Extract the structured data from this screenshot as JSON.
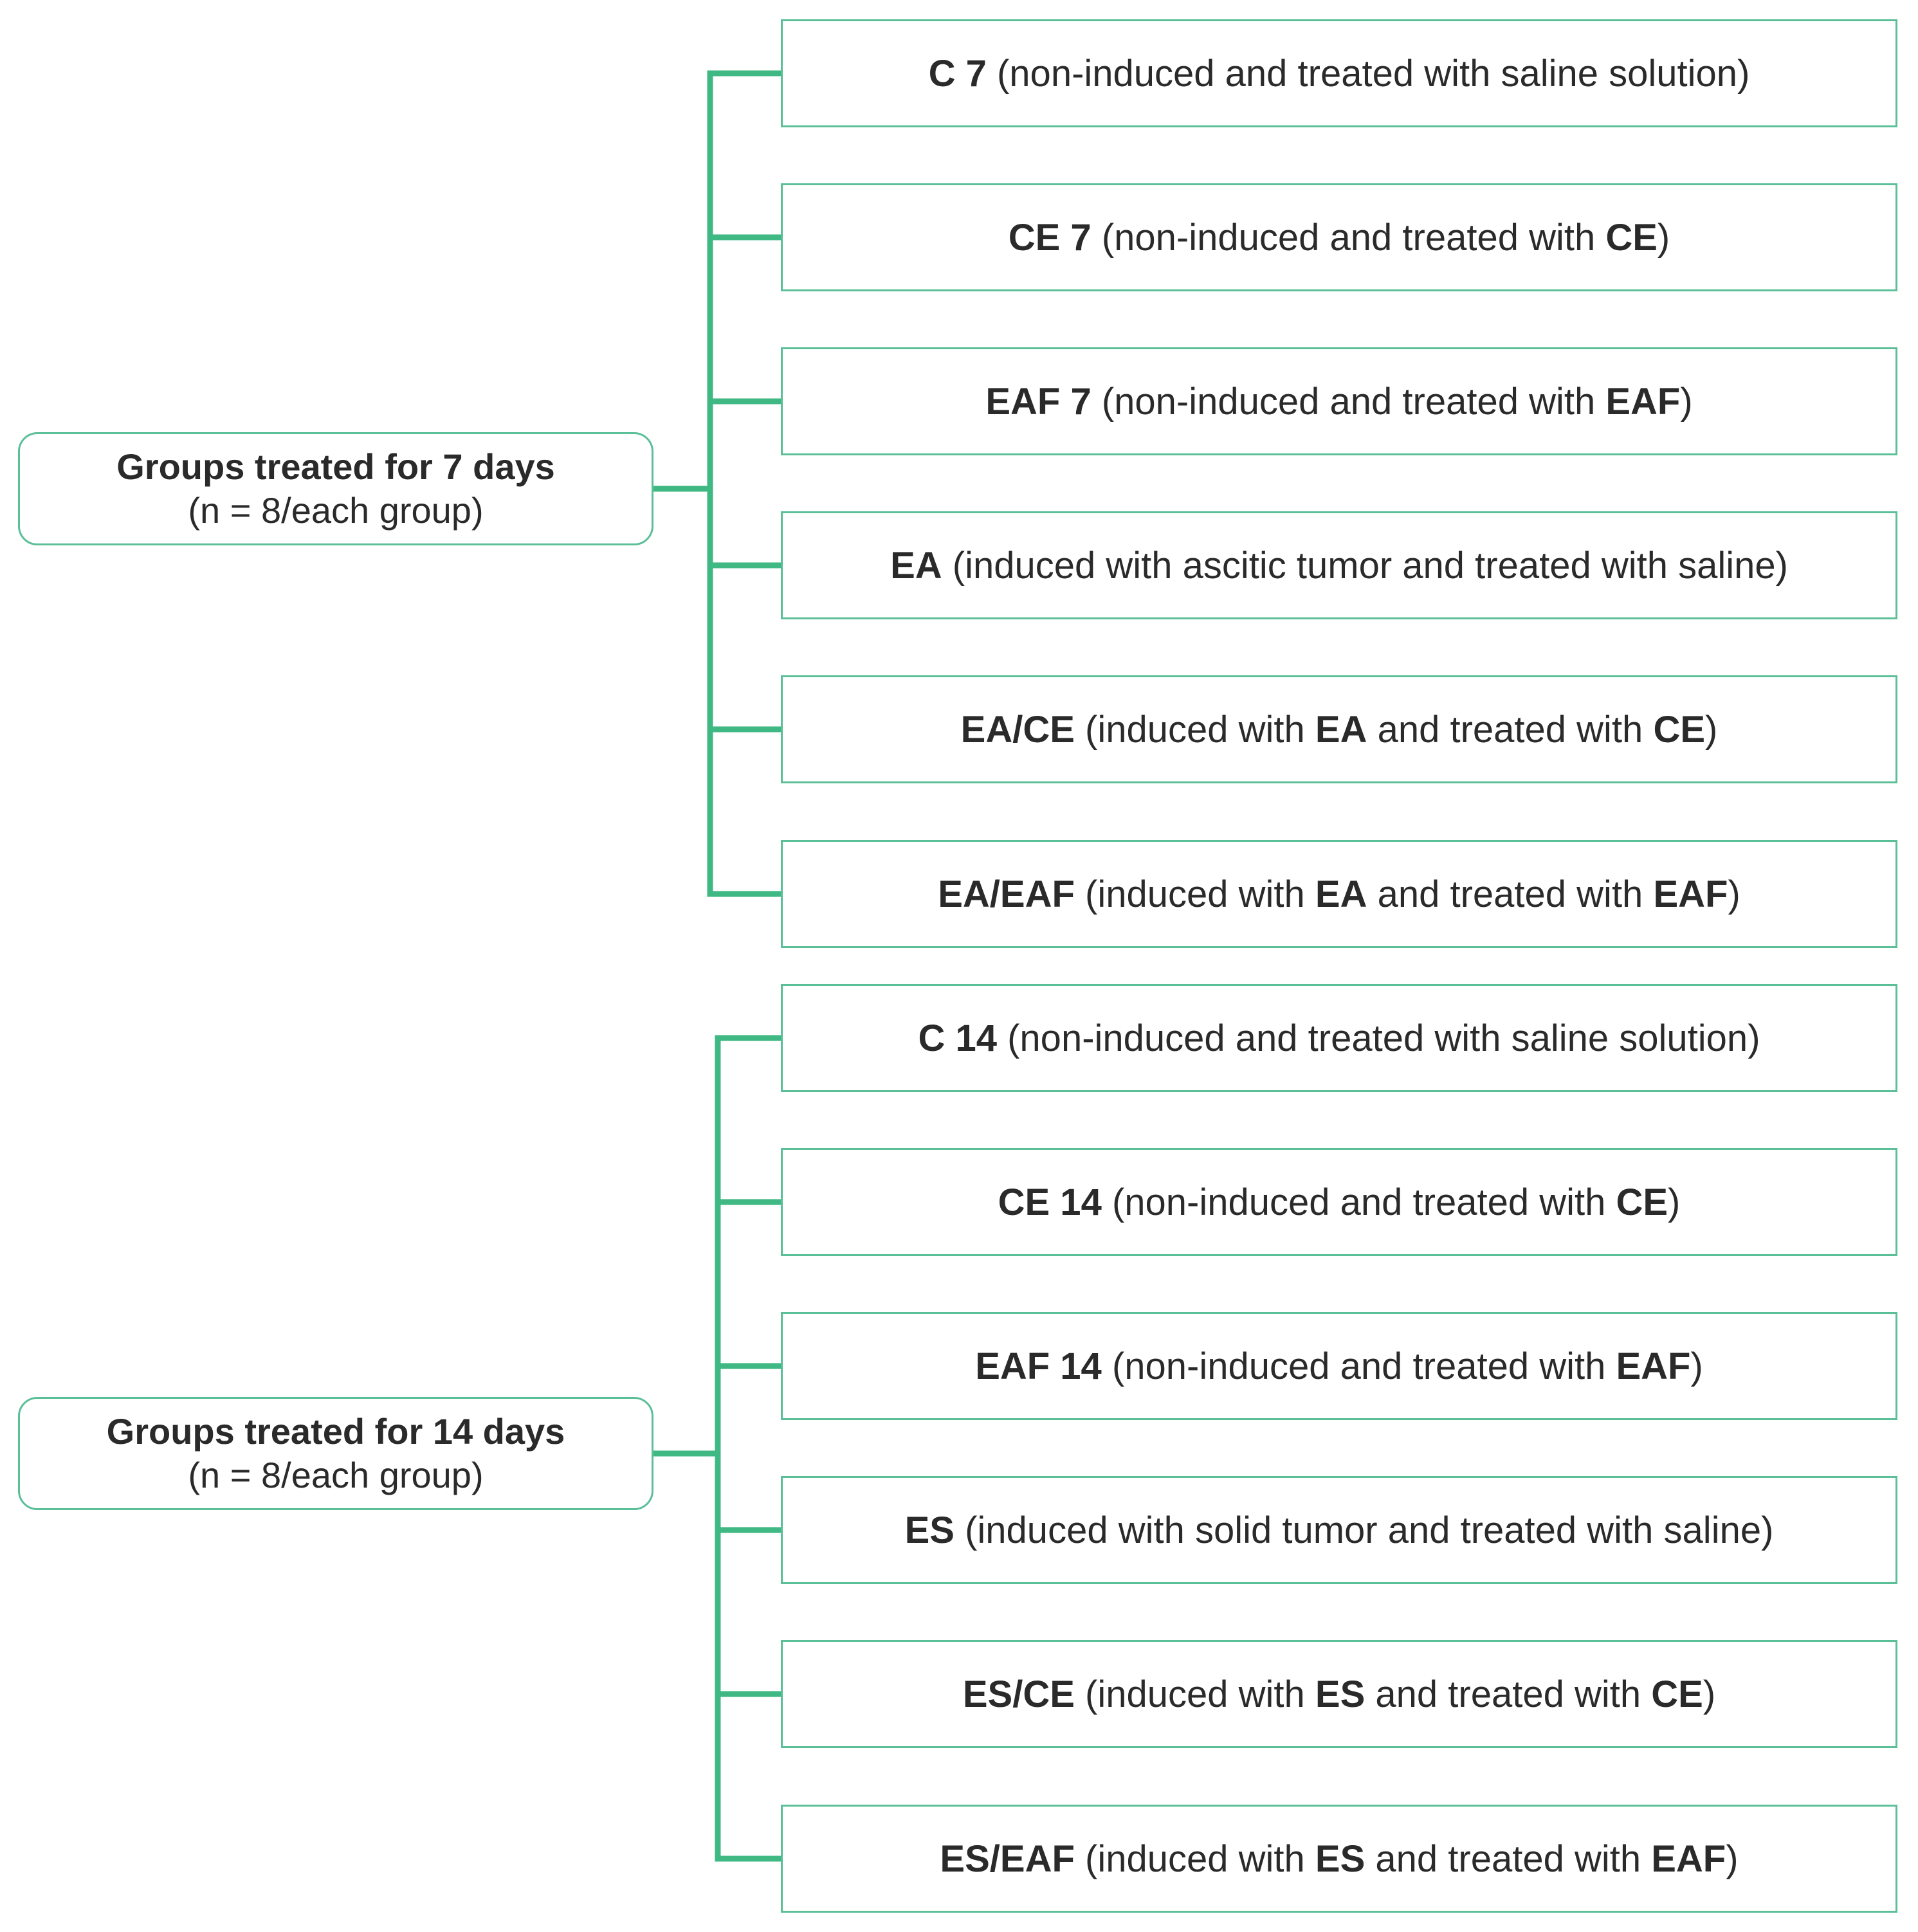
{
  "groups": [
    {
      "title": "Groups treated for 7 days",
      "subtitle": "(n = 8/each group)",
      "items": [
        {
          "code": "C 7",
          "parts": [
            "(non-induced and treated with saline solution)"
          ]
        },
        {
          "code": "CE 7",
          "parts": [
            "(non-induced and treated with ",
            "CE",
            ")"
          ]
        },
        {
          "code": "EAF 7",
          "parts": [
            "(non-induced and treated with ",
            "EAF",
            ")"
          ]
        },
        {
          "code": "EA",
          "parts": [
            "(induced with ascitic tumor and treated with saline)"
          ]
        },
        {
          "code": "EA/CE",
          "parts": [
            "(induced with ",
            "EA",
            " and treated with ",
            "CE",
            ")"
          ]
        },
        {
          "code": "EA/EAF",
          "parts": [
            "(induced with ",
            "EA",
            " and treated with ",
            "EAF",
            ")"
          ]
        }
      ]
    },
    {
      "title": "Groups treated for 14 days",
      "subtitle": "(n = 8/each group)",
      "items": [
        {
          "code": "C 14",
          "parts": [
            "(non-induced and treated with saline solution)"
          ]
        },
        {
          "code": "CE 14",
          "parts": [
            "(non-induced and treated with ",
            "CE",
            ")"
          ]
        },
        {
          "code": "EAF 14",
          "parts": [
            "(non-induced and treated with ",
            "EAF",
            ")"
          ]
        },
        {
          "code": "ES",
          "parts": [
            "(induced with solid tumor and treated with saline)"
          ]
        },
        {
          "code": "ES/CE",
          "parts": [
            "(induced with ",
            "ES",
            " and treated with ",
            "CE",
            ")"
          ]
        },
        {
          "code": "ES/EAF",
          "parts": [
            "(induced with ",
            "ES",
            " and treated with ",
            "EAF",
            ")"
          ]
        }
      ]
    }
  ],
  "colors": {
    "connector": "#3fb884",
    "border": "#5bbf98",
    "text": "#2a2a2a"
  }
}
